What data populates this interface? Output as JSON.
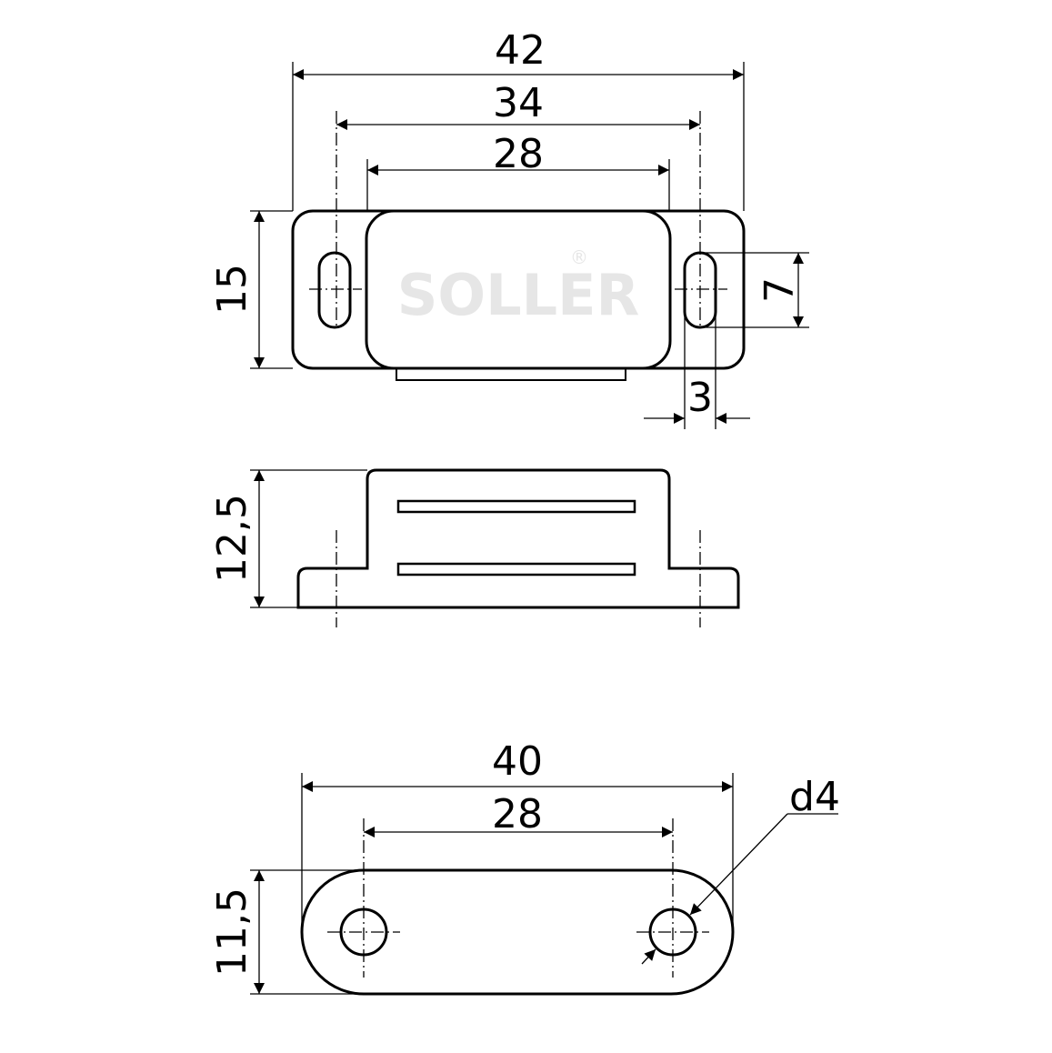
{
  "title": "Magnetic catch dimension drawing",
  "logo": {
    "text": "SOLLER",
    "mark": "®",
    "color": "#e6e6e6"
  },
  "top_view": {
    "width": "42",
    "slot_spacing": "34",
    "body_width": "28",
    "height": "15",
    "slot_length": "7",
    "slot_width": "3"
  },
  "side_view": {
    "height": "12,5"
  },
  "plate_view": {
    "width": "40",
    "hole_spacing": "28",
    "height": "11,5",
    "hole_diameter": "d4"
  }
}
